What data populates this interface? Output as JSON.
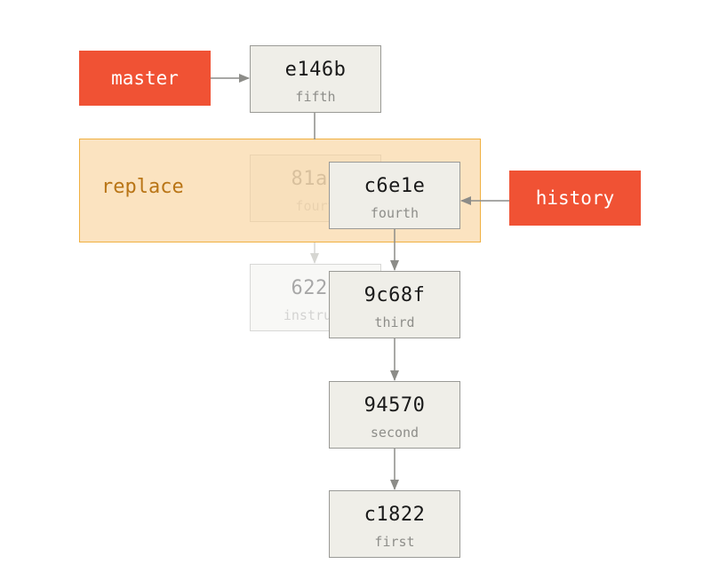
{
  "colors": {
    "ref_fill": "#f05234",
    "commit_fill": "#efeee8",
    "commit_border": "#9a9a96",
    "replace_fill": "#f8d096",
    "replace_border": "#f0b040",
    "replace_text": "#b97516",
    "arrow": "#8c8c88"
  },
  "replace": {
    "label": "replace"
  },
  "refs": {
    "master": "master",
    "history": "history"
  },
  "commits": {
    "e146b": {
      "sha": "e146b",
      "msg": "fifth"
    },
    "81a70": {
      "sha": "81a7",
      "msg": "fourt"
    },
    "622e7": {
      "sha": "622e",
      "msg": "instruct"
    },
    "c6e1e": {
      "sha": "c6e1e",
      "msg": "fourth"
    },
    "9c68f": {
      "sha": "9c68f",
      "msg": "third"
    },
    "94570": {
      "sha": "94570",
      "msg": "second"
    },
    "c1822": {
      "sha": "c1822",
      "msg": "first"
    }
  }
}
